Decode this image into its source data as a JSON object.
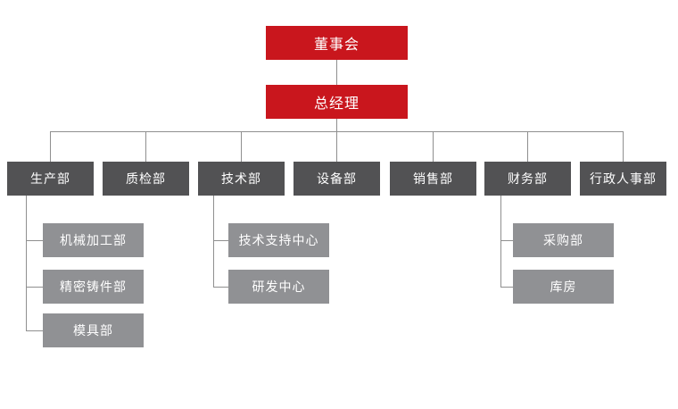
{
  "colors": {
    "executive-red": "#c9161d",
    "dept-gray": "#525254",
    "sub-gray": "#909194",
    "line-gray": "#8f8f8f",
    "node-text": "#ffffff",
    "background": "#ffffff"
  },
  "org_chart": {
    "board": {
      "label": "董事会"
    },
    "general_manager": {
      "label": "总经理"
    },
    "departments": [
      {
        "label": "生产部",
        "children": [
          "机械加工部",
          "精密铸件部",
          "模具部"
        ]
      },
      {
        "label": "质检部",
        "children": []
      },
      {
        "label": "技术部",
        "children": [
          "技术支持中心",
          "研发中心"
        ]
      },
      {
        "label": "设备部",
        "children": []
      },
      {
        "label": "销售部",
        "children": []
      },
      {
        "label": "财务部",
        "children": [
          "采购部",
          "库房"
        ]
      },
      {
        "label": "行政人事部",
        "children": []
      }
    ]
  }
}
